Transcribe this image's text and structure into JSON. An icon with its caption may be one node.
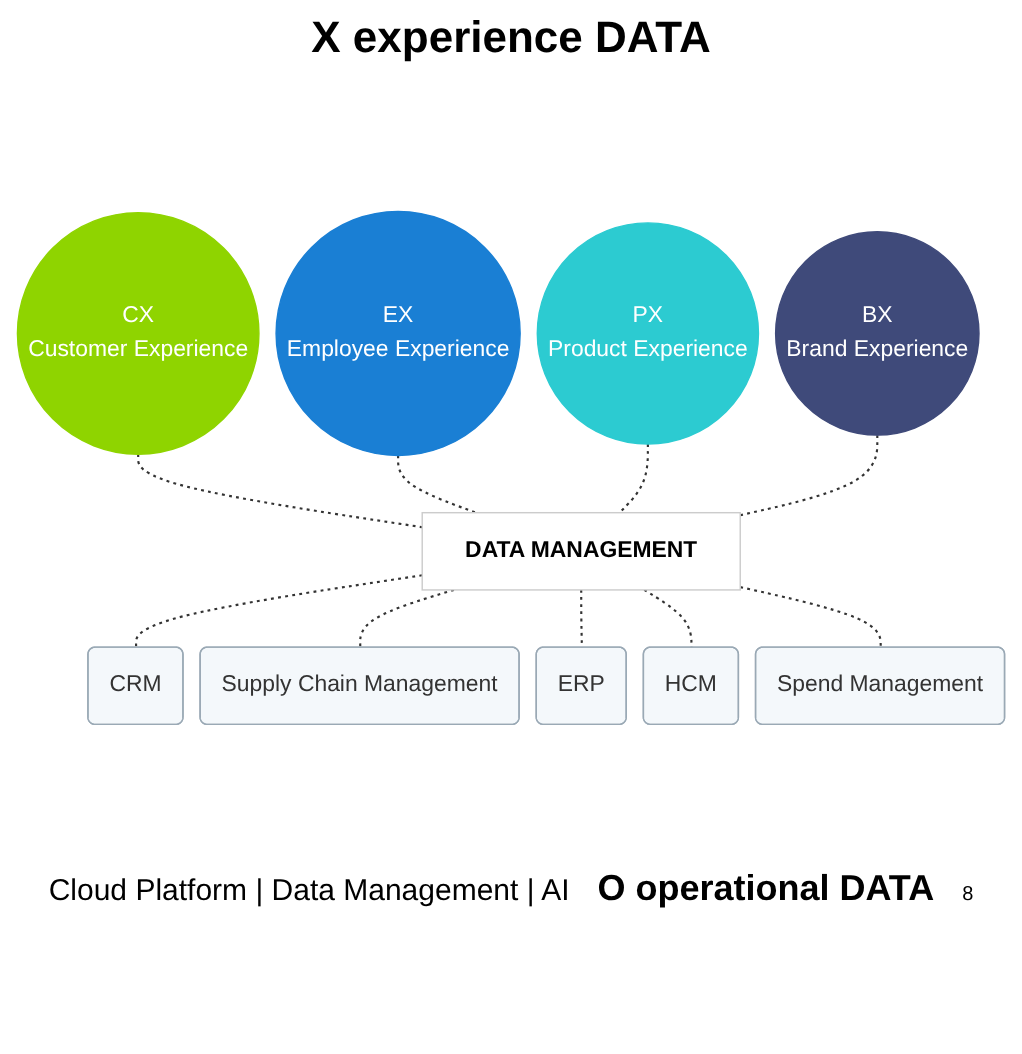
{
  "diagram": {
    "title": "X experience DATA",
    "nodes": [
      {
        "text": [
          "CX",
          "Customer Experience"
        ]
      },
      {
        "text": [
          "EX",
          "Employee Experience"
        ]
      },
      {
        "text": [
          "PX",
          "Product Experience"
        ]
      },
      {
        "text": [
          "BX",
          "Brand Experience"
        ]
      },
      {
        "text": [
          "DATA MANAGEMENT"
        ]
      },
      {
        "text": [
          "CRM"
        ]
      },
      {
        "text": [
          "Supply Chain Management"
        ]
      },
      {
        "text": [
          "ERP"
        ]
      },
      {
        "text": [
          "HCM"
        ]
      },
      {
        "text": [
          "Spend Management"
        ]
      }
    ],
    "edges": [
      {
        "from": 0,
        "to": 4,
        "arrow": "none",
        "style": "dashed"
      },
      {
        "from": 1,
        "to": 4,
        "arrow": "none",
        "style": "dashed"
      },
      {
        "from": 2,
        "to": 4,
        "arrow": "none",
        "style": "dashed"
      },
      {
        "from": 3,
        "to": 4,
        "arrow": "none",
        "style": "dashed"
      },
      {
        "from": 4,
        "to": 5,
        "arrow": "none",
        "style": "dashed"
      },
      {
        "from": 4,
        "to": 6,
        "arrow": "none",
        "style": "dashed"
      },
      {
        "from": 4,
        "to": 7,
        "arrow": "none",
        "style": "dashed"
      },
      {
        "from": 4,
        "to": 8,
        "arrow": "none",
        "style": "dashed"
      },
      {
        "from": 4,
        "to": 9,
        "arrow": "none",
        "style": "dashed"
      }
    ],
    "labels": [
      "Cloud Platform | Data Management | AI",
      "O operational DATA",
      "8"
    ]
  }
}
